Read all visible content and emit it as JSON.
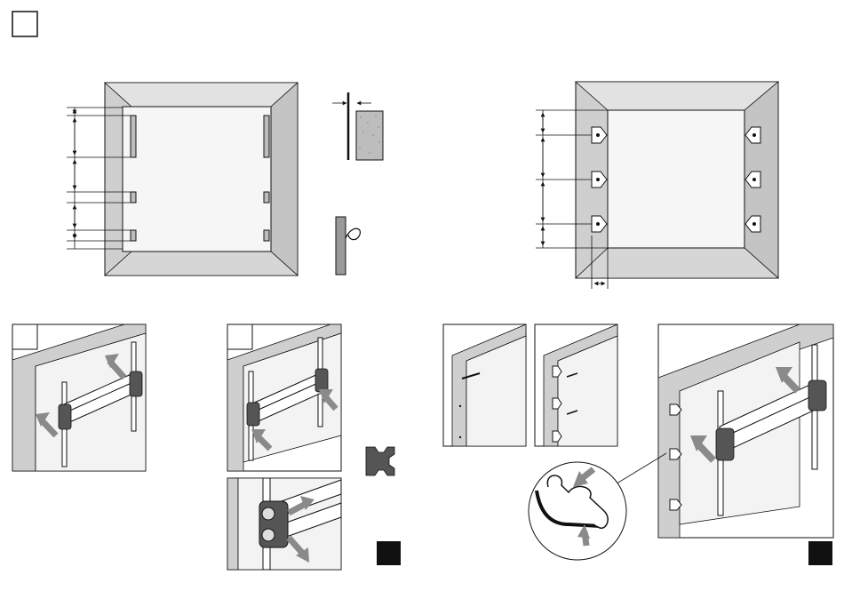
{
  "page": {
    "title": "",
    "step_box_label": ""
  },
  "colors": {
    "frame": "#cfcfcf",
    "frame_dark": "#b8b8b8",
    "panel": "#f3f3f3",
    "line": "#111111",
    "arrow": "#8a8a8a",
    "rod": "#ffffff",
    "black_marker": "#111111",
    "foam": "#bdbdbd"
  },
  "figures": [
    {
      "id": "fig-strip-layout",
      "description_shown": false
    },
    {
      "id": "fig-adhesive-detail",
      "description_shown": false
    },
    {
      "id": "fig-bracket-layout",
      "description_shown": false
    },
    {
      "id": "step-1-snap-on-left",
      "description_shown": false
    },
    {
      "id": "step-2-snap-on-right",
      "description_shown": false
    },
    {
      "id": "step-2-detail",
      "description_shown": false
    },
    {
      "id": "step-3-drill",
      "description_shown": false
    },
    {
      "id": "step-3-screw",
      "description_shown": false
    },
    {
      "id": "step-4-final",
      "description_shown": false
    }
  ]
}
